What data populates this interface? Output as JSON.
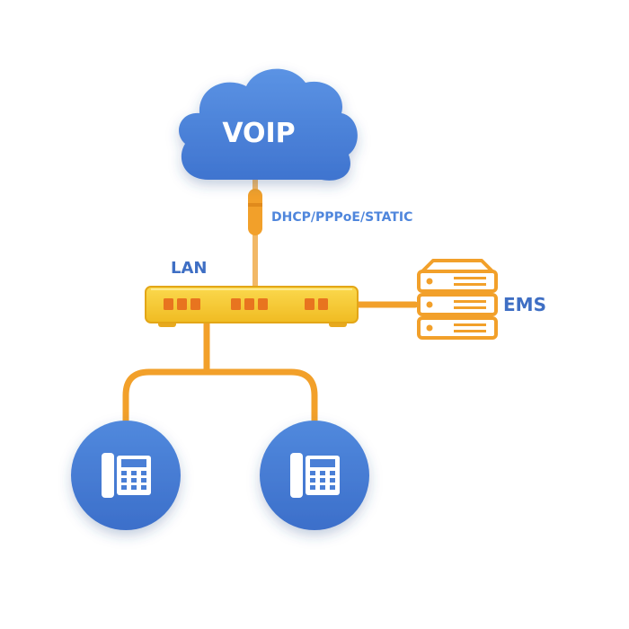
{
  "cloud": {
    "label": "VOIP",
    "color": "#4f86dc"
  },
  "uplink": {
    "label": "DHCP/PPPoE/STATIC",
    "color": "#f2a02a"
  },
  "router": {
    "label": "LAN",
    "color": "#f8cf3a"
  },
  "server": {
    "label": "EMS",
    "color": "#f2a02a"
  },
  "phones": [
    {
      "icon": "desk-phone-icon"
    },
    {
      "icon": "desk-phone-icon"
    }
  ],
  "colors": {
    "label_blue": "#3f6fc4",
    "wire": "#f2a02a",
    "port": "#e8741f",
    "phone_circle": "#4a7fd6"
  }
}
